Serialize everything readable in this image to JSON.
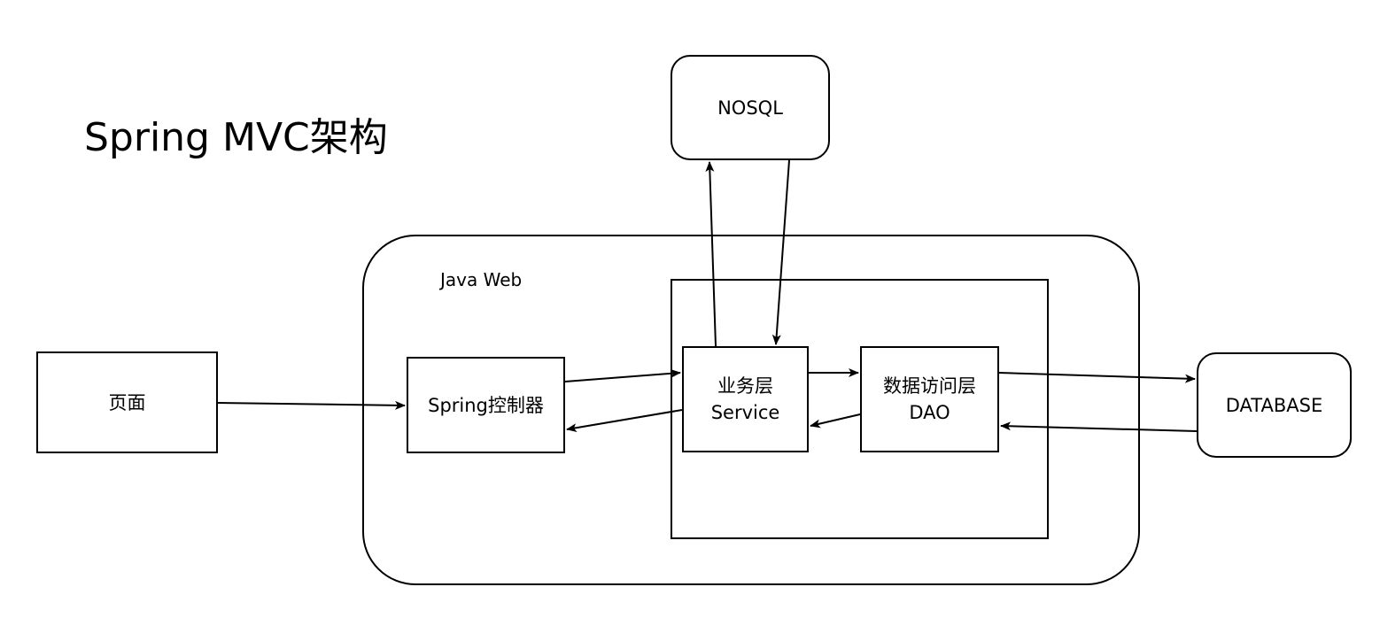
{
  "title": "Spring MVC架构",
  "container": {
    "label": "Java Web"
  },
  "nodes": {
    "page": {
      "label": "页面"
    },
    "controller": {
      "label": "Spring控制器"
    },
    "service": {
      "line1": "业务层",
      "line2": "Service"
    },
    "dao": {
      "line1": "数据访问层",
      "line2": "DAO"
    },
    "nosql": {
      "label": "NOSQL"
    },
    "database": {
      "label": "DATABASE"
    }
  },
  "colors": {
    "stroke": "#000000",
    "background": "#ffffff"
  }
}
